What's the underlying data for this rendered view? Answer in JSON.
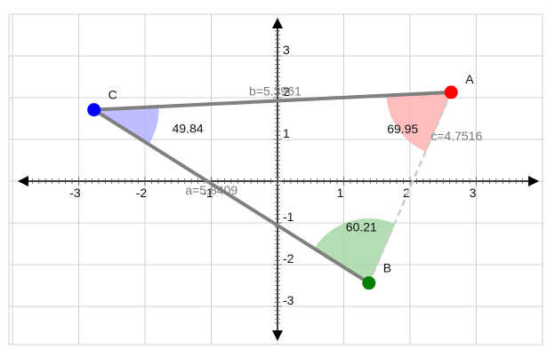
{
  "axes": {
    "x_ticks": [
      {
        "value": -3,
        "label": "-3"
      },
      {
        "value": -2,
        "label": "-2"
      },
      {
        "value": -1,
        "label": "-1"
      },
      {
        "value": 1,
        "label": "1"
      },
      {
        "value": 2,
        "label": "2"
      },
      {
        "value": 3,
        "label": "3"
      }
    ],
    "y_ticks": [
      {
        "value": 3,
        "label": "3"
      },
      {
        "value": 2,
        "label": "2"
      },
      {
        "value": 1,
        "label": "1"
      },
      {
        "value": -1,
        "label": "-1"
      },
      {
        "value": -2,
        "label": "-2"
      },
      {
        "value": -3,
        "label": "-3"
      }
    ],
    "xlim": [
      -3.9,
      3.9
    ],
    "ylim": [
      -3.2,
      3.9
    ]
  },
  "vertices": [
    {
      "id": "A",
      "label": "A",
      "x": 2.62,
      "y": 2.13,
      "color": "#ff0000"
    },
    {
      "id": "B",
      "label": "B",
      "x": 1.38,
      "y": -2.44,
      "color": "#008000"
    },
    {
      "id": "C",
      "label": "C",
      "x": -2.77,
      "y": 1.71,
      "color": "#0000ff"
    }
  ],
  "sides": [
    {
      "id": "b",
      "label": "b=5.3961",
      "from": "C",
      "to": "A",
      "style": "solid"
    },
    {
      "id": "a",
      "label": "a=5.8409",
      "from": "C",
      "to": "B",
      "style": "solid"
    },
    {
      "id": "c",
      "label": "c=4.7516",
      "from": "A",
      "to": "B",
      "style": "dashed"
    }
  ],
  "angles": [
    {
      "vertex": "A",
      "value": "69.95",
      "fill": "#ffb3b3"
    },
    {
      "vertex": "B",
      "value": "60.21",
      "fill": "#a8d8a8"
    },
    {
      "vertex": "C",
      "value": "49.84",
      "fill": "#b3b3ff"
    }
  ],
  "colors": {
    "side": "#808080",
    "dashed_side": "#cccccc",
    "grid": "#d0d0d0",
    "axis": "#000000"
  }
}
